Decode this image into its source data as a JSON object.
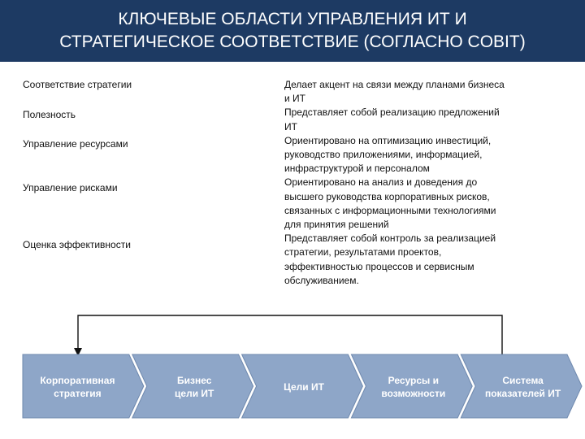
{
  "title": {
    "line1": "КЛЮЧЕВЫЕ ОБЛАСТИ УПРАВЛЕНИЯ ИТ И",
    "line2": "СТРАТЕГИЧЕСКОЕ СООТВЕТСТВИЕ (СОГЛАСНО COBIT)"
  },
  "areas": [
    {
      "term": "Соответствие стратегии",
      "desc": [
        "Делает акцент на связи между планами бизнеса",
        "и ИТ"
      ]
    },
    {
      "term": "Полезность",
      "desc": [
        "Представляет собой реализацию предложений",
        "ИТ"
      ]
    },
    {
      "term": "Управление ресурсами",
      "desc": [
        "Ориентировано на оптимизацию инвестиций,",
        "руководство приложениями, информацией,",
        "инфраструктурой и персоналом"
      ]
    },
    {
      "term": "Управление рисками",
      "desc": [
        "Ориентировано на анализ и доведения до",
        "высшего руководства корпоративных рисков,",
        "связанных с информационными технологиями",
        "для принятия решений"
      ]
    },
    {
      "term": "Оценка эффективности",
      "desc": [
        "Представляет собой контроль за реализацией",
        "стратегии, результатами  проектов,",
        "эффективностью процессов и сервисным",
        "обслуживанием."
      ]
    }
  ],
  "flow": {
    "steps": [
      {
        "lines": [
          "Корпоративная",
          "стратегия"
        ]
      },
      {
        "lines": [
          "Бизнес",
          "цели ИТ"
        ]
      },
      {
        "lines": [
          "Цели ИТ"
        ]
      },
      {
        "lines": [
          "Ресурсы и",
          "возможности"
        ]
      },
      {
        "lines": [
          "Система",
          "показателей ИТ"
        ]
      }
    ],
    "colors": {
      "chevron": "#8ea6c8",
      "chevron_edge": "#6f89ae",
      "text": "#ffffff",
      "arrow": "#111111"
    }
  }
}
